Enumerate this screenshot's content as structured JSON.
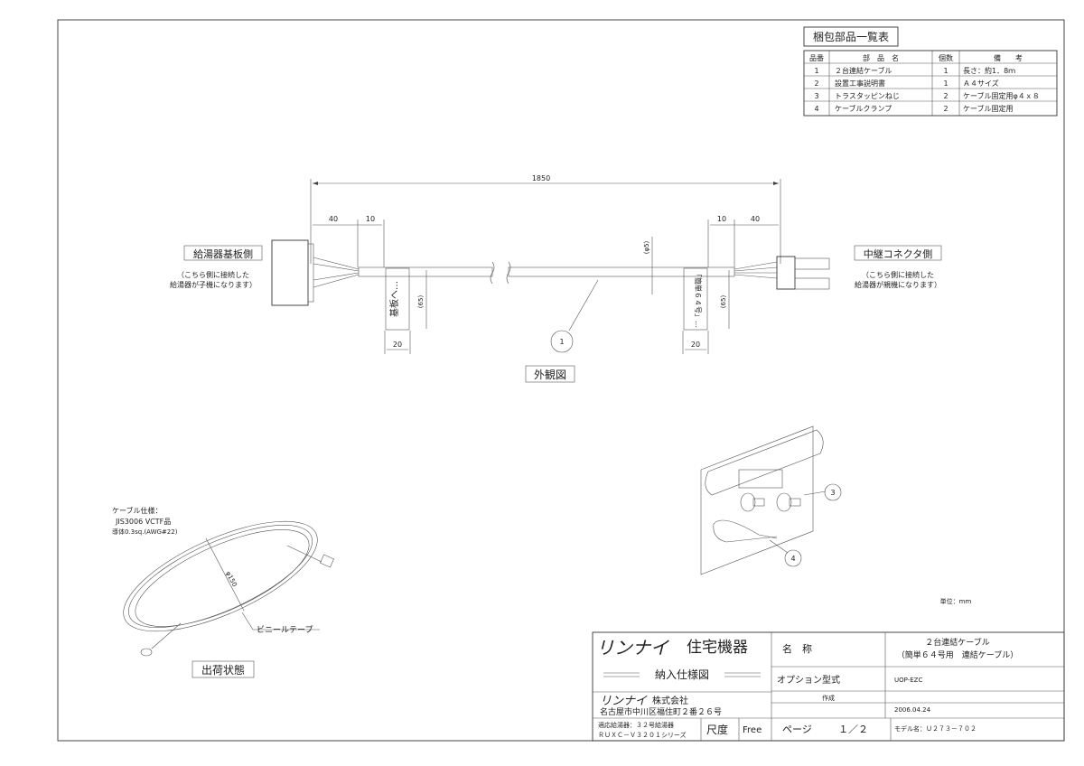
{
  "parts_table": {
    "title": "梱包部品一覧表",
    "headers": [
      "品番",
      "部　品　名",
      "個数",
      "備　　考"
    ],
    "rows": [
      [
        "1",
        "２台連結ケーブル",
        "1",
        "長さ：約1．8ｍ"
      ],
      [
        "2",
        "設置工事説明書",
        "1",
        "Ａ４サイズ"
      ],
      [
        "3",
        "トラスタッピンねじ",
        "2",
        "ケーブル固定用φ４ｘ８"
      ],
      [
        "4",
        "ケーブルクランプ",
        "2",
        "ケーブル固定用"
      ]
    ]
  },
  "drawing": {
    "dim_total": "1850",
    "dim_left_40": "40",
    "dim_left_10": "10",
    "dim_right_10": "10",
    "dim_right_40": "40",
    "dim_left_20": "20",
    "dim_right_20": "20",
    "dim_65_left": "(65)",
    "dim_65_right": "(65)",
    "dim_phi5": "(φ5)",
    "left_label_title": "給湯器基板側",
    "left_label_note1": "（こちら側に接続した",
    "left_label_note2": "給湯器が子機になります）",
    "right_label_title": "中継コネクタ側",
    "right_label_note1": "（こちら側に接続した",
    "right_label_note2": "給湯器が親機になります）",
    "left_tag_text": "基板へ…",
    "right_tag_text": "「簡単６４号」…",
    "callout_1": "1",
    "callout_3": "3",
    "callout_4": "4",
    "exterior_title": "外観図",
    "cable_spec_title": "ケーブル仕様：",
    "cable_spec_line1": "JIS3006 VCTF品",
    "cable_spec_line2": "導体0.3sq.(AWG#22)",
    "coil_dim": "φ150",
    "vinyl_tape": "ビニールテープ",
    "shipping_title": "出荷状態",
    "unit_note": "単位：mm"
  },
  "title_block": {
    "brand": "リンナイ",
    "brand_suffix": "住宅機器",
    "doc_type": "納入仕様図",
    "company_brand": "リンナイ",
    "company_suffix": "株式会社",
    "address": "名古屋市中川区福住町２番２６号",
    "applicable_label": "適応給湯器：３２号給湯器",
    "series": "ＲＵＸＣ－Ｖ３２０１シリーズ",
    "scale_label": "尺度",
    "scale_value": "Free",
    "page_label": "ページ",
    "page_value": "１／２",
    "name_label": "名　称",
    "name_value1": "２台連結ケーブル",
    "name_value2": "（簡単６４号用　連結ケーブル）",
    "option_label": "オプション型式",
    "option_value": "UOP-EZC",
    "created_label": "作成",
    "created_value": "2006.04.24",
    "model_label": "モデル名：Ｕ２７３－７０２"
  }
}
